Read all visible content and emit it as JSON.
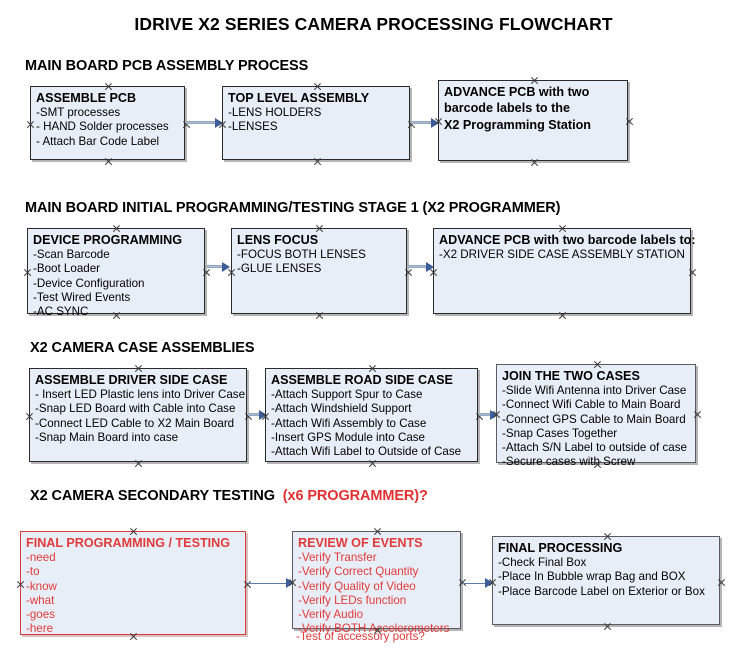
{
  "document": {
    "title": "IDRIVE X2  SERIES CAMERA PROCESSING FLOWCHART"
  },
  "sections": [
    {
      "id": "main-board-pcb-assembly",
      "heading": "MAIN BOARD PCB ASSEMBLY PROCESS",
      "heading_red": ""
    },
    {
      "id": "main-board-initial-programming",
      "heading": "MAIN BOARD INITIAL PROGRAMMING/TESTING STAGE 1 (X2 PROGRAMMER)",
      "heading_red": ""
    },
    {
      "id": "x2-camera-case-assemblies",
      "heading": "X2 CAMERA CASE ASSEMBLIES",
      "heading_red": ""
    },
    {
      "id": "x2-camera-secondary-testing",
      "heading": "X2 CAMERA SECONDARY TESTING",
      "heading_red": "(x6 PROGRAMMER)?"
    }
  ],
  "boxes": {
    "assemble_pcb": {
      "title": "ASSEMBLE PCB",
      "lines": [
        "-SMT processes",
        "- HAND Solder processes",
        "- Attach Bar Code Label"
      ]
    },
    "top_level_assembly": {
      "title": "TOP LEVEL ASSEMBLY",
      "lines": [
        "-LENS HOLDERS",
        "-LENSES"
      ]
    },
    "advance_pcb_programming_station": {
      "title": "ADVANCE PCB with two",
      "lines": [
        "barcode labels to the",
        " X2 Programming Station"
      ]
    },
    "device_programming": {
      "title": "DEVICE PROGRAMMING",
      "lines": [
        "-Scan Barcode",
        "-Boot Loader",
        "-Device Configuration",
        "-Test Wired Events",
        "-AC SYNC"
      ]
    },
    "lens_focus": {
      "title": "LENS FOCUS",
      "lines": [
        "-FOCUS BOTH LENSES",
        "-GLUE LENSES"
      ]
    },
    "advance_pcb_driver_side": {
      "title": "ADVANCE PCB with two barcode labels to:",
      "lines": [
        "-X2 DRIVER  SIDE  CASE  ASSEMBLY STATION"
      ]
    },
    "assemble_driver_side_case": {
      "title": "ASSEMBLE DRIVER SIDE CASE",
      "lines": [
        "- Insert LED Plastic lens into Driver Case",
        "-Snap LED Board with Cable into Case",
        "-Connect LED Cable to X2 Main Board",
        "-Snap Main Board into case"
      ]
    },
    "assemble_road_side_case": {
      "title": "ASSEMBLE ROAD SIDE CASE",
      "lines": [
        "-Attach Support Spur to Case",
        "-Attach Windshield Support",
        "-Attach Wifi Assembly to Case",
        "-Insert GPS Module into Case",
        "-Attach Wifi Label to Outside of Case"
      ]
    },
    "join_the_two_cases": {
      "title": "JOIN THE TWO CASES",
      "lines": [
        "-Slide Wifi Antenna into Driver Case",
        "-Connect Wifi Cable to Main Board",
        "-Connect GPS Cable to Main Board",
        "-Snap Cases Together",
        "-Attach S/N Label to outside of case",
        "-Secure cases with Screw"
      ]
    },
    "final_programming_testing": {
      "title": "FINAL PROGRAMMING / TESTING",
      "lines": [
        "-need",
        "-to",
        "-know",
        "-what",
        "-goes",
        "-here"
      ]
    },
    "review_of_events": {
      "title": "REVIEW OF EVENTS",
      "lines": [
        "-Verify Transfer",
        "-Verify Correct Quantity",
        "-Verify Quality of Video",
        "-Verify LEDs function",
        "-Verify Audio",
        "-Verify BOTH Accelerometers"
      ],
      "overflow_line": "-Test of accessory ports?"
    },
    "final_processing": {
      "title": "FINAL PROCESSING",
      "lines": [
        " -Check Final Box",
        "-Place In Bubble wrap Bag and BOX",
        "-Place Barcode Label on Exterior or Box"
      ]
    }
  },
  "colors": {
    "box_fill": "#e8eef7",
    "box_border": "#2b2b2b",
    "red_accent": "#e03a3a",
    "connector": "#aebdd1",
    "arrow": "#3b5e9b"
  }
}
